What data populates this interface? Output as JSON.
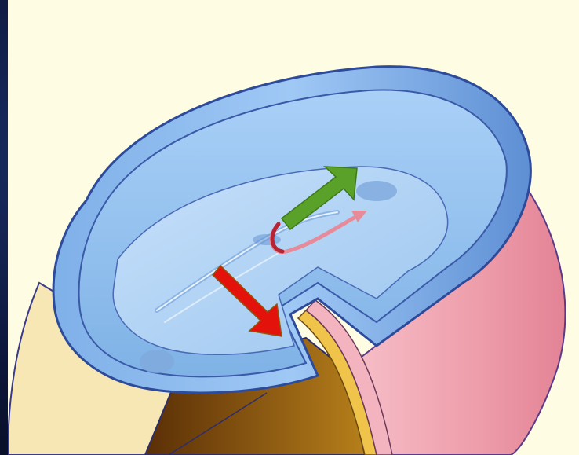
{
  "diagram": {
    "colors": {
      "background_dark": "#0c1537",
      "panel": "#fefce2",
      "cup_blue": "#8fbff0",
      "cup_outline": "#2d4b9a",
      "pink_layer": "#ef9aa8",
      "yolk_cream": "#f6e7b4",
      "brown_inner": "#7a4a10",
      "gold_layer": "#f0c44a",
      "green_arrow": "#5aa12a",
      "red_arrow": "#e3120b",
      "pink_arrow": "#e78a99"
    },
    "arrows": [
      {
        "name": "green-arrow",
        "color": "green",
        "direction": "up-right"
      },
      {
        "name": "red-arrow",
        "color": "red",
        "direction": "down-right"
      },
      {
        "name": "pink-curved-arrow",
        "color": "pink",
        "direction": "curve-up-right"
      }
    ]
  }
}
